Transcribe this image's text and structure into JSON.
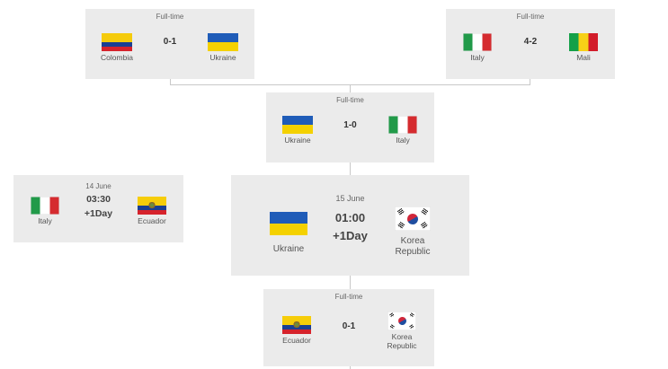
{
  "matches": [
    {
      "id": "col-ukr",
      "status": "Full-time",
      "score": "0-1",
      "home": {
        "name": "Colombia",
        "flag": "colombia-flag"
      },
      "away": {
        "name": "Ukraine",
        "flag": "ukraine-flag"
      }
    },
    {
      "id": "ita-mli",
      "status": "Full-time",
      "score": "4-2",
      "home": {
        "name": "Italy",
        "flag": "italy-flag"
      },
      "away": {
        "name": "Mali",
        "flag": "mali-flag"
      }
    },
    {
      "id": "ukr-ita",
      "status": "Full-time",
      "score": "1-0",
      "home": {
        "name": "Ukraine",
        "flag": "ukraine-flag"
      },
      "away": {
        "name": "Italy",
        "flag": "italy-flag"
      }
    },
    {
      "id": "ita-ecu",
      "date": "14 June",
      "time": "03:30",
      "extra": "+1Day",
      "home": {
        "name": "Italy",
        "flag": "italy-flag"
      },
      "away": {
        "name": "Ecuador",
        "flag": "ecuador-flag"
      }
    },
    {
      "id": "ukr-kor",
      "date": "15 June",
      "time": "01:00",
      "extra": "+1Day",
      "home": {
        "name": "Ukraine",
        "flag": "ukraine-flag"
      },
      "away": {
        "name_line1": "Korea",
        "name_line2": "Republic",
        "flag": "korea-republic-flag"
      }
    },
    {
      "id": "ecu-kor",
      "status": "Full-time",
      "score": "0-1",
      "home": {
        "name": "Ecuador",
        "flag": "ecuador-flag"
      },
      "away": {
        "name_line1": "Korea",
        "name_line2": "Republic",
        "flag": "korea-republic-flag"
      }
    }
  ],
  "colors": {
    "card_background": "#ebebeb",
    "connector": "#c9c9c9"
  }
}
